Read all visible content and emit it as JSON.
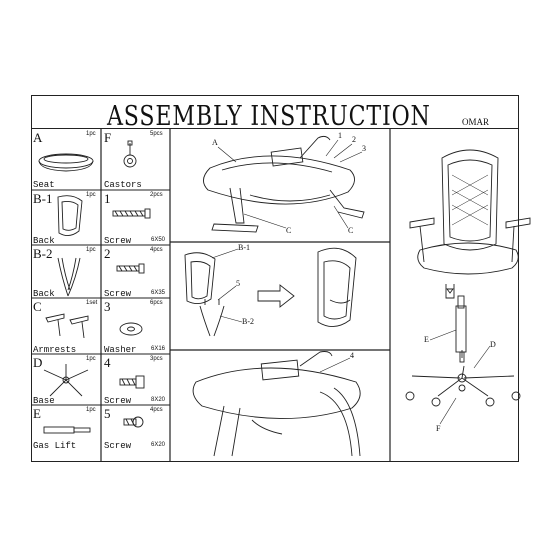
{
  "header": {
    "title": "ASSEMBLY INSTRUCTION",
    "brand": "OMAR"
  },
  "parts": [
    {
      "id": "A",
      "qty": "1pc",
      "name": "Seat"
    },
    {
      "id": "F",
      "qty": "5pcs",
      "name": "Castors"
    },
    {
      "id": "B-1",
      "qty": "1pc",
      "name": "Back"
    },
    {
      "id": "1",
      "qty": "2pcs",
      "name": "Screw",
      "size": "6X50"
    },
    {
      "id": "B-2",
      "qty": "1pc",
      "name": "Back"
    },
    {
      "id": "2",
      "qty": "4pcs",
      "name": "Screw",
      "size": "6X35"
    },
    {
      "id": "C",
      "qty": "1set",
      "name": "Armrests"
    },
    {
      "id": "3",
      "qty": "6pcs",
      "name": "Washer",
      "size": "6X16"
    },
    {
      "id": "D",
      "qty": "1pc",
      "name": "Base"
    },
    {
      "id": "4",
      "qty": "3pcs",
      "name": "Screw",
      "size": "8X20"
    },
    {
      "id": "E",
      "qty": "1pc",
      "name": "Gas Lift"
    },
    {
      "id": "5",
      "qty": "4pcs",
      "name": "Screw",
      "size": "6X20"
    }
  ],
  "callouts": {
    "step1": [
      "A",
      "1",
      "2",
      "3",
      "C",
      "C"
    ],
    "step2": [
      "B-1",
      "5",
      "B-2"
    ],
    "step3": [
      "4"
    ],
    "step4": [
      "E",
      "D",
      "F"
    ]
  }
}
